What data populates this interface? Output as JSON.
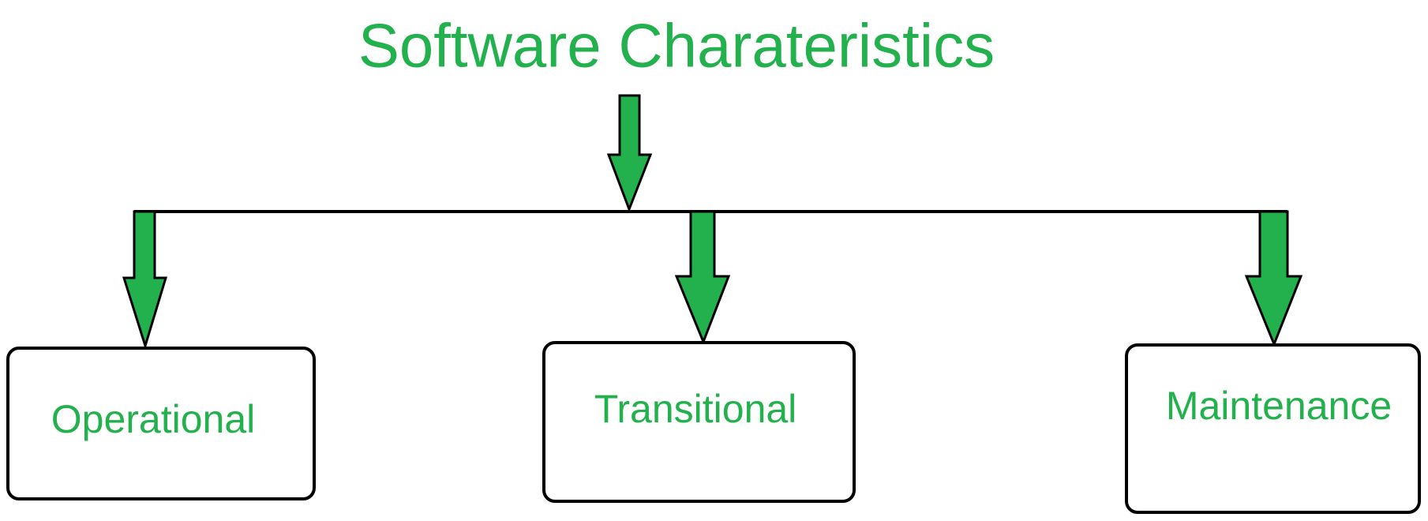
{
  "title": "Software Charateristics",
  "children": [
    {
      "label": "Operational"
    },
    {
      "label": "Transitional"
    },
    {
      "label": "Maintenance"
    }
  ],
  "colors": {
    "accent": "#22b14c",
    "stroke": "#000000"
  }
}
